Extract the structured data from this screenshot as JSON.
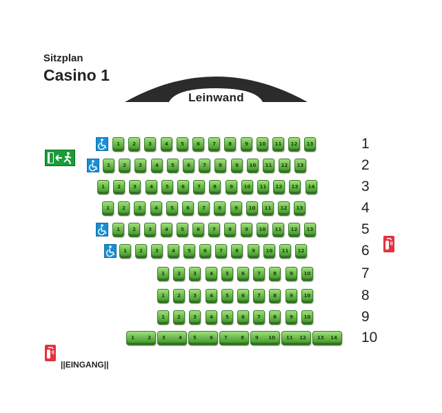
{
  "header": {
    "subtitle": "Sitzplan",
    "title": "Casino 1"
  },
  "screen": {
    "label": "Leinwand"
  },
  "entrance": {
    "label": "||EINGANG||"
  },
  "icons": {
    "exit": "emergency-exit-sign-icon",
    "extinguisher": "fire-extinguisher-icon",
    "wheelchair": "wheelchair-space-icon"
  },
  "colors": {
    "seat": "#62b443",
    "wheelchair": "#1a8fd3",
    "exit": "#1c9a3c",
    "extinguisher": "#e4323f",
    "screen": "#2b2b2b"
  },
  "rows": [
    {
      "label": "1",
      "seats": 13,
      "wheelchair": true
    },
    {
      "label": "2",
      "seats": 13,
      "wheelchair": true
    },
    {
      "label": "3",
      "seats": 14,
      "wheelchair": false
    },
    {
      "label": "4",
      "seats": 13,
      "wheelchair": false
    },
    {
      "label": "5",
      "seats": 13,
      "wheelchair": true
    },
    {
      "label": "6",
      "seats": 12,
      "wheelchair": true
    },
    {
      "label": "7",
      "seats": 10,
      "wheelchair": false
    },
    {
      "label": "8",
      "seats": 10,
      "wheelchair": false
    },
    {
      "label": "9",
      "seats": 10,
      "wheelchair": false
    },
    {
      "label": "10",
      "seats": 14,
      "wheelchair": false,
      "sofas": 7
    }
  ]
}
